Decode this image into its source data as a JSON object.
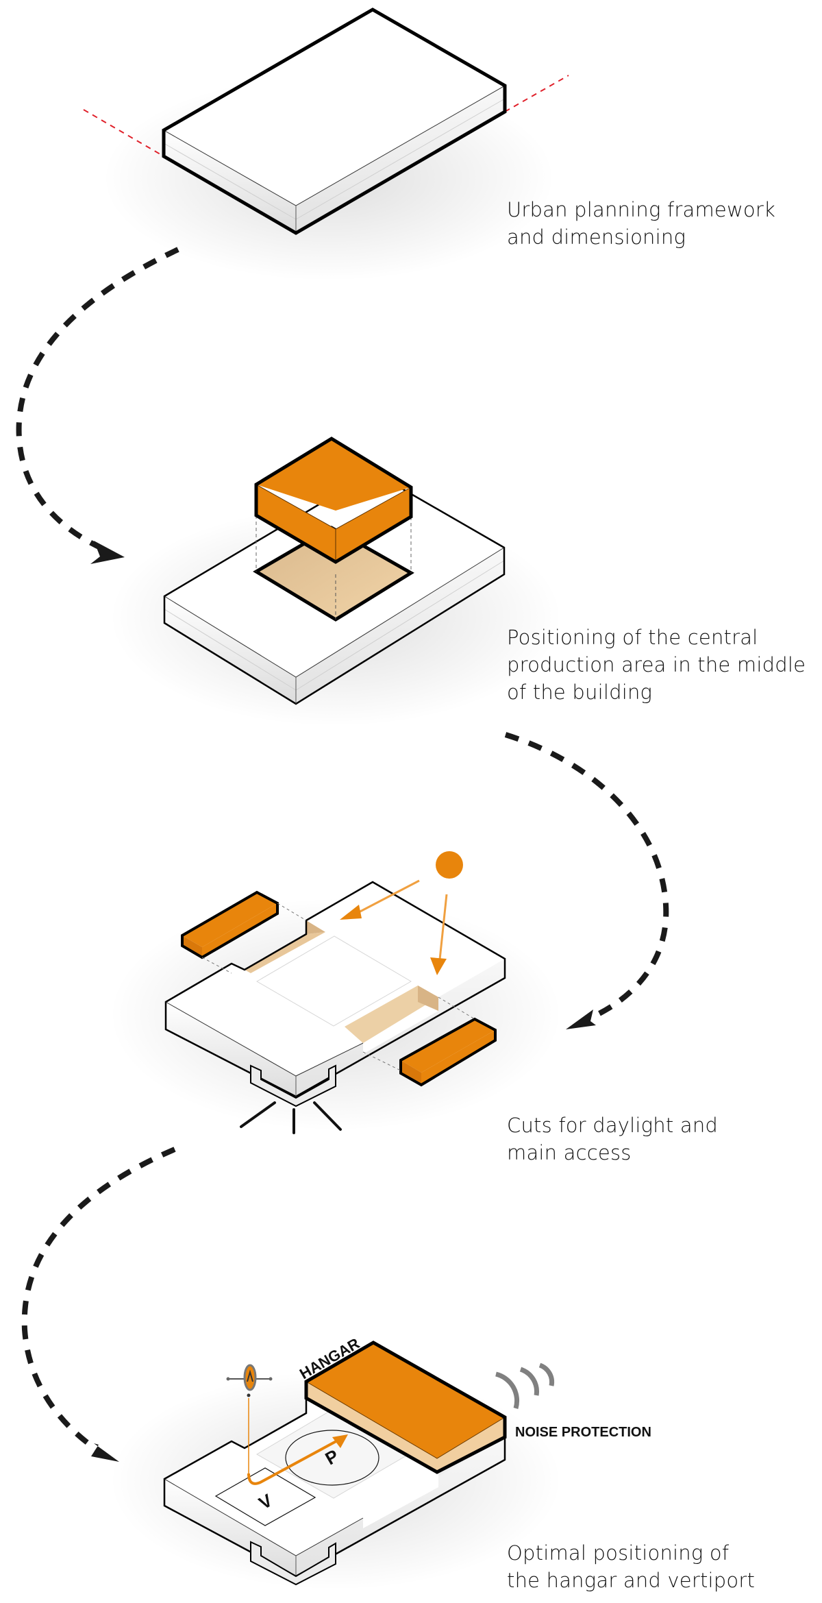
{
  "diagram": {
    "title": "Design concept steps",
    "steps": [
      {
        "id": 1,
        "caption_lines": [
          "Urban planning framework",
          "and dimensioning"
        ]
      },
      {
        "id": 2,
        "caption_lines": [
          "Positioning of the central",
          "production area in the middle",
          "of the building"
        ]
      },
      {
        "id": 3,
        "caption_lines": [
          "Cuts for daylight and",
          "main access"
        ]
      },
      {
        "id": 4,
        "caption_lines": [
          "Optimal positioning of",
          "the hangar and vertiport"
        ],
        "labels": {
          "hangar": "HANGAR",
          "noise": "NOISE PROTECTION",
          "vertiport": "V",
          "parking": "P"
        }
      }
    ],
    "colors": {
      "accent_orange": "#E8850C",
      "cut_tan": "#E8C79A",
      "outline": "#000000",
      "setback_line": "#E0202A",
      "noise_waves": "#808080"
    }
  }
}
